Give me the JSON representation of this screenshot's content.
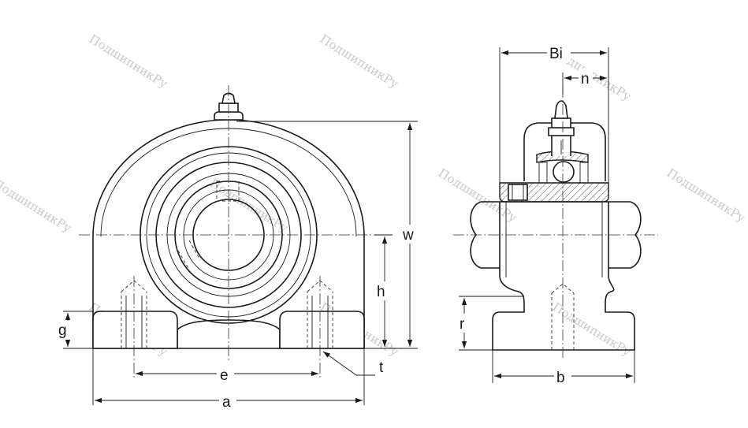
{
  "watermark": "ПодшипникРу",
  "labels": {
    "Bi": "Bi",
    "n": "n",
    "w": "w",
    "h": "h",
    "g": "g",
    "e": "e",
    "a": "a",
    "t": "t",
    "r": "r",
    "b": "b"
  }
}
